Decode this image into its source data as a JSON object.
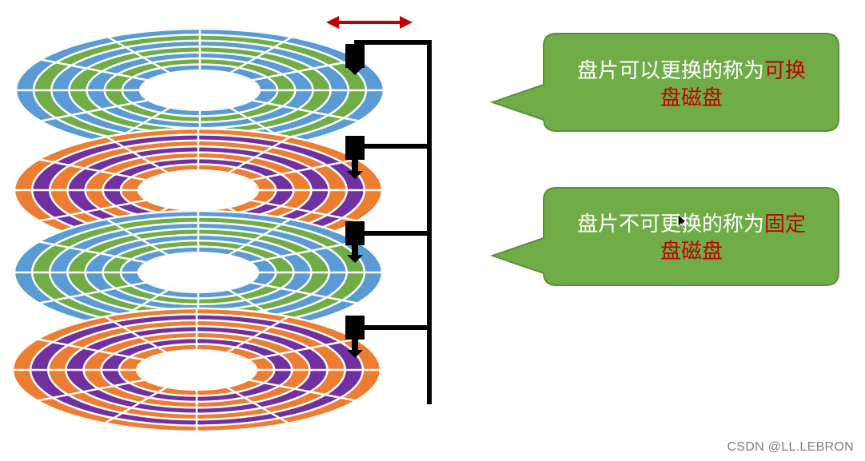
{
  "callouts": [
    {
      "text": "盘片可以更换的称为",
      "highlight_line1": "可换",
      "highlight_line2": "盘磁盘"
    },
    {
      "text": "盘片不可更换的称为",
      "highlight_line1": "固定",
      "highlight_line2": "盘磁盘"
    }
  ],
  "watermark": "CSDN @LL.LEBRON",
  "colors": {
    "platter_a_outer": "#5b9bd5",
    "platter_a_inner": "#70ad47",
    "platter_b_outer": "#ed7d31",
    "platter_b_inner": "#7030a0",
    "callout_fill": "#70ad47",
    "callout_border": "#5a8f39",
    "highlight_text": "#c00000",
    "arrow": "#c00000",
    "arm": "#000000"
  },
  "platters": [
    {
      "scheme": "a"
    },
    {
      "scheme": "b"
    },
    {
      "scheme": "a"
    },
    {
      "scheme": "b"
    }
  ]
}
